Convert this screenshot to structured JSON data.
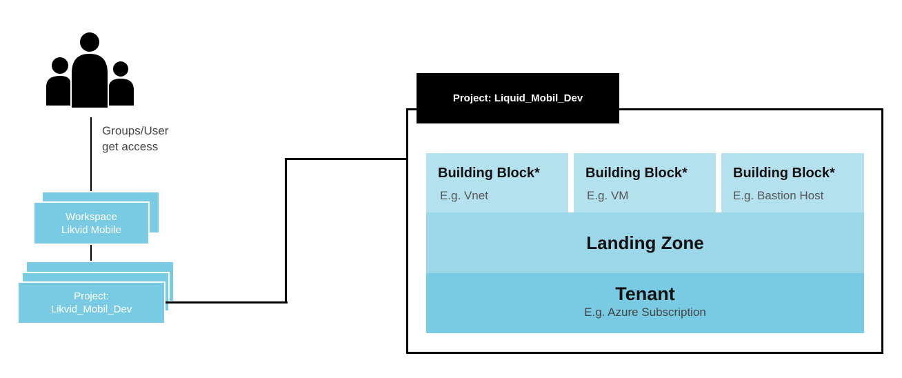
{
  "users": {
    "icon": "people-group-icon",
    "access_label_line1": "Groups/User",
    "access_label_line2": "get access"
  },
  "workspace": {
    "line1": "Workspace",
    "line2": "Likvid Mobile"
  },
  "project_card": {
    "line1": "Project:",
    "line2": "Likvid_Mobil_Dev"
  },
  "container": {
    "tab_label": "Project: Liquid_Mobil_Dev",
    "building_blocks": [
      {
        "title": "Building Block*",
        "example": "E.g. Vnet"
      },
      {
        "title": "Building Block*",
        "example": "E.g. VM"
      },
      {
        "title": "Building Block*",
        "example": "E.g. Bastion Host"
      }
    ],
    "landing_zone": "Landing Zone",
    "tenant": {
      "title": "Tenant",
      "example": "E.g. Azure Subscription"
    }
  },
  "colors": {
    "card_blue": "#79cbe3",
    "building_block_blue": "#b3e1ee",
    "landing_zone_blue": "#9bd6e9",
    "tenant_blue": "#79cbe3",
    "tab_black": "#000000"
  }
}
